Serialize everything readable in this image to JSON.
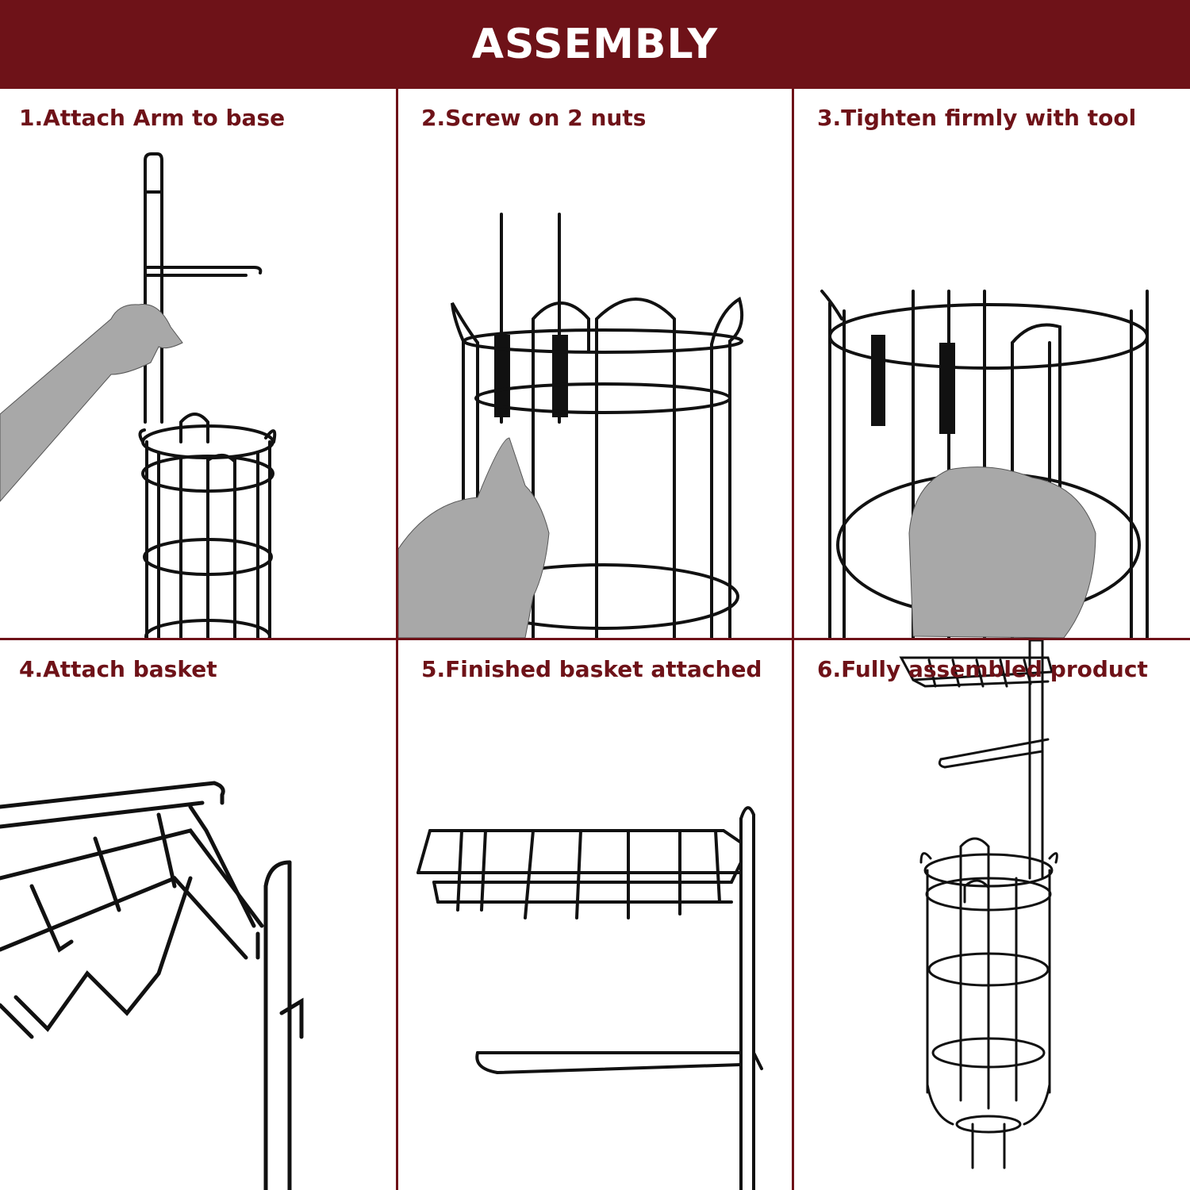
{
  "header": {
    "title": "ASSEMBLY"
  },
  "steps": [
    {
      "label": "1.Attach Arm to base"
    },
    {
      "label": "2.Screw on 2 nuts"
    },
    {
      "label": "3.Tighten firmly with tool"
    },
    {
      "label": "4.Attach basket"
    },
    {
      "label": "5.Finished basket attached"
    },
    {
      "label": "6.Fully assembled product"
    }
  ],
  "colors": {
    "accent": "#6e1218",
    "wire": "#111111",
    "skin": "#a8a8a8"
  }
}
